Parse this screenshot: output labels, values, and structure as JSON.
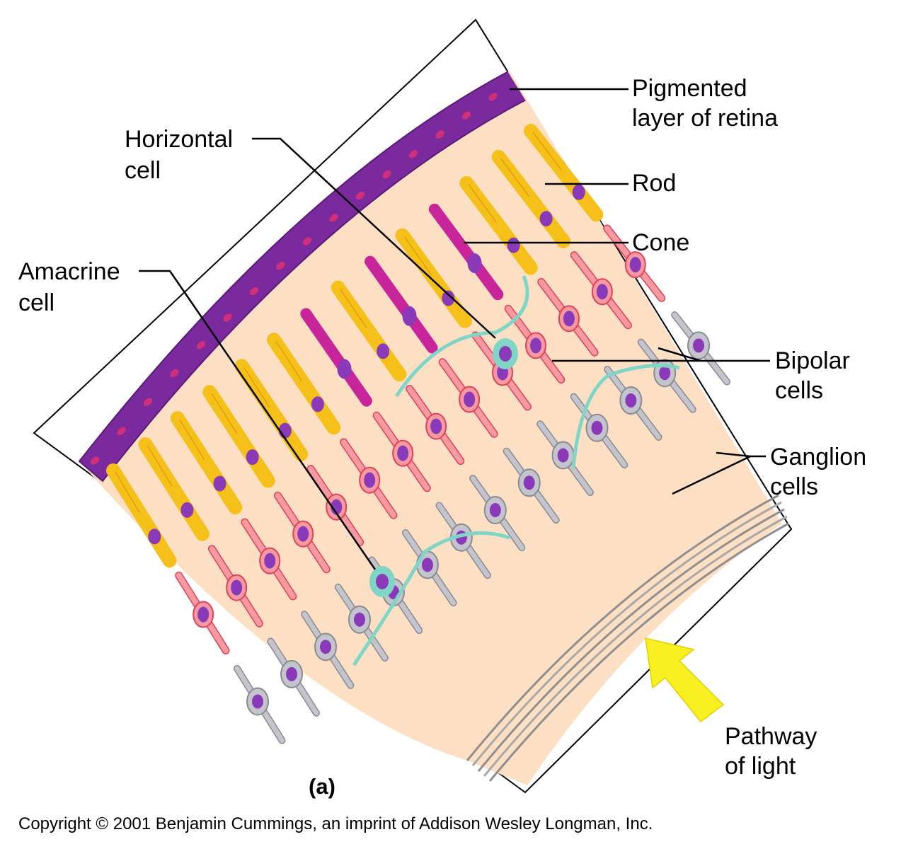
{
  "labels": {
    "pigmented": [
      "Pigmented",
      "layer of retina"
    ],
    "rod": "Rod",
    "cone": "Cone",
    "horizontal": [
      "Horizontal",
      "cell"
    ],
    "amacrine": [
      "Amacrine",
      "cell"
    ],
    "bipolar": [
      "Bipolar",
      "cells"
    ],
    "ganglion": [
      "Ganglion",
      "cells"
    ],
    "pathway": [
      "Pathway",
      "of light"
    ]
  },
  "caption": "(a)",
  "copyright": "Copyright © 2001 Benjamin Cummings, an imprint of Addison Wesley Longman, Inc.",
  "colors": {
    "background_tissue": "#fde0c4",
    "pigment_layer": "#7a2a9c",
    "pigment_nucleus": "#d0307a",
    "rod": "#f5c01a",
    "cone": "#c9259b",
    "bipolar": "#f49aa0",
    "bipolar_outline": "#e0405a",
    "ganglion": "#c4c4cc",
    "horizontal_amacrine": "#7fd6c6",
    "nucleus": "#8a3ab8",
    "nerve_fibers": "#9a9a9a",
    "light_arrow": "#f8f020"
  }
}
